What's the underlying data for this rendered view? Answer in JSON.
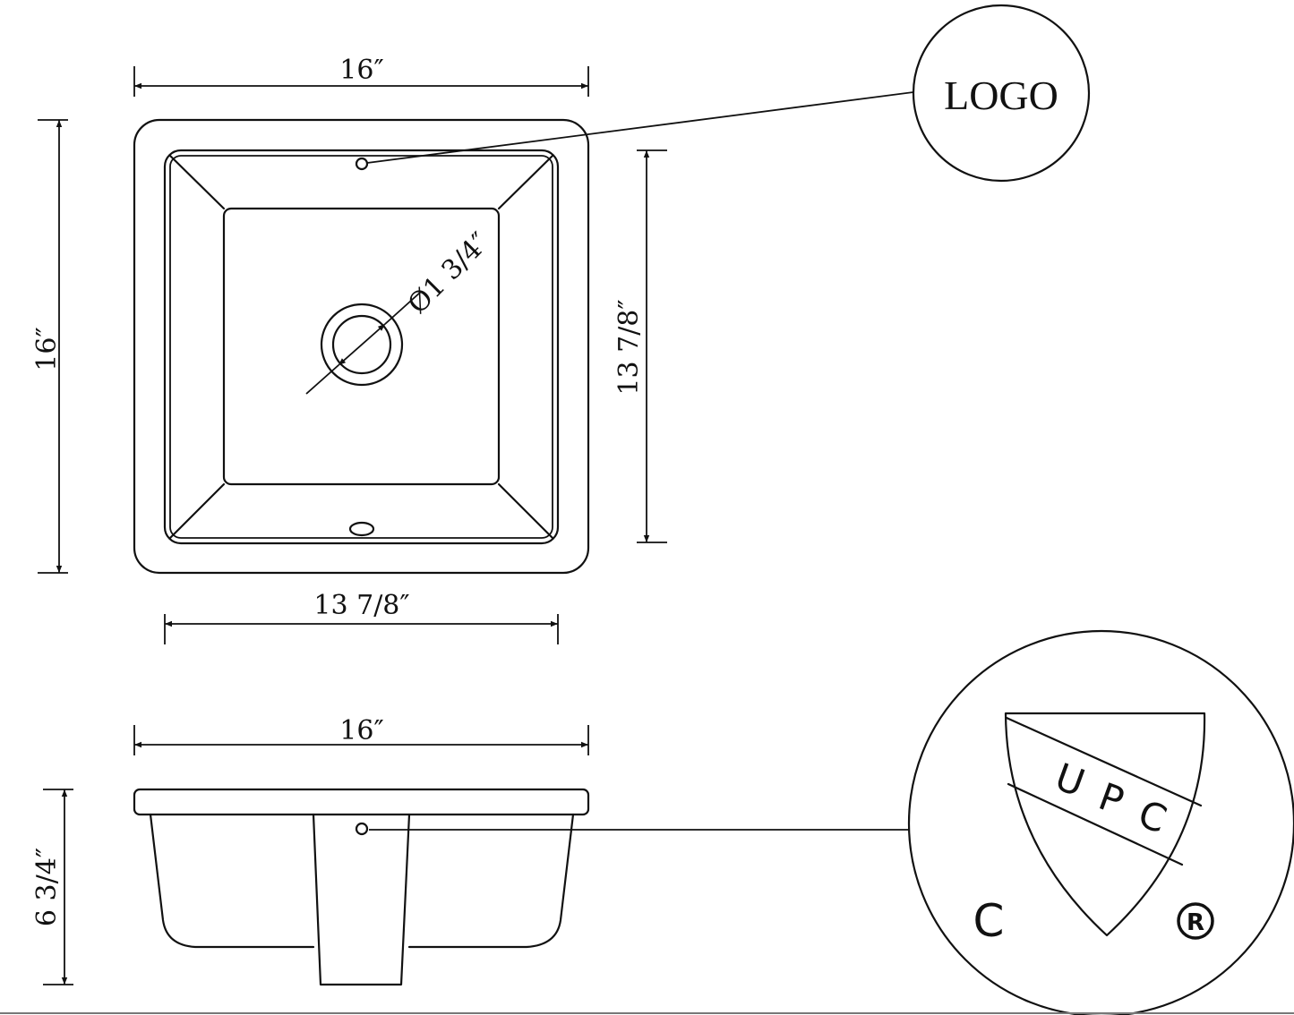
{
  "top_view": {
    "overall_width_label": "16″",
    "overall_depth_label": "16″",
    "bowl_width_label": "13  7/8″",
    "bowl_depth_label": "13  7/8″",
    "drain_diameter_label": "Ø1  3/4″"
  },
  "logo_callout": {
    "text": "LOGO"
  },
  "side_view": {
    "overall_width_label": "16″",
    "height_label": "6  3/4″"
  },
  "upc_mark": {
    "text_u": "U",
    "text_p": "P",
    "text_c": "C",
    "left_mark": "C",
    "registered_mark": "R"
  }
}
